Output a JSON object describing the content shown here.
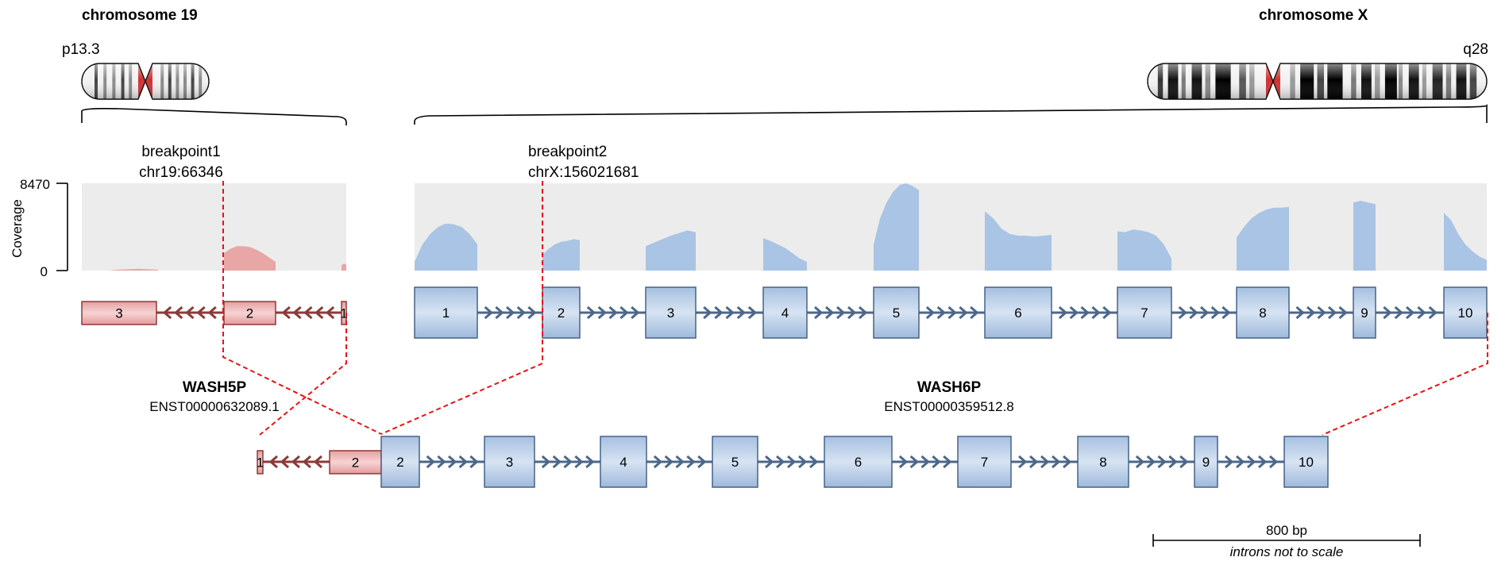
{
  "colors": {
    "gene1_fill": "#e8a6a6",
    "gene1_stroke": "#8a2d2d",
    "gene1_intron": "#8c3a3a",
    "gene2_fill": "#a9c4e4",
    "gene2_stroke": "#3b5a80",
    "gene2_intron": "#4d6788",
    "coverage1": "#e8a6a6",
    "coverage2": "#a9c4e4",
    "coverage_bg": "#ececec",
    "breakpoint": "#ee1111",
    "centromere": "#d43030"
  },
  "chromosomes": {
    "left": {
      "title": "chromosome 19",
      "band": "p13.3"
    },
    "right": {
      "title": "chromosome X",
      "band": "q28"
    }
  },
  "coverage": {
    "axis_label": "Coverage",
    "max_tick": "8470",
    "min_tick": "0"
  },
  "breakpoints": [
    {
      "label": "breakpoint1",
      "position": "chr19:66346"
    },
    {
      "label": "breakpoint2",
      "position": "chrX:156021681"
    }
  ],
  "gene1": {
    "name": "WASH5P",
    "transcript": "ENST00000632089.1",
    "exons": [
      "3",
      "2",
      "1"
    ]
  },
  "gene2": {
    "name": "WASH6P",
    "transcript": "ENST00000359512.8",
    "exons": [
      "1",
      "2",
      "3",
      "4",
      "5",
      "6",
      "7",
      "8",
      "9",
      "10"
    ]
  },
  "fusion": {
    "gene1_exons": [
      "1",
      "2"
    ],
    "gene2_exons": [
      "2",
      "3",
      "4",
      "5",
      "6",
      "7",
      "8",
      "9",
      "10"
    ]
  },
  "scale": {
    "label": "800 bp",
    "note": "introns not to scale"
  }
}
